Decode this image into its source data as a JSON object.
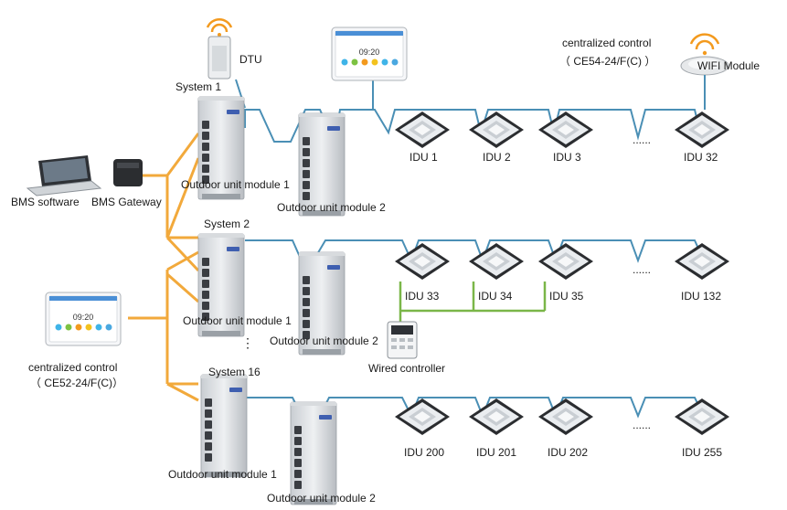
{
  "labels": {
    "dtu": "DTU",
    "wifi_module": "WIFI Module",
    "cc_top_title": "centralized control",
    "cc_top_model": "（ CE54-24/F(C) ）",
    "cc_left_title": "centralized control",
    "cc_left_model": "（ CE52-24/F(C)）",
    "bms_software": "BMS software",
    "bms_gateway": "BMS Gateway",
    "wired_controller": "Wired controller",
    "ellipsis": "......",
    "vdots": "⋮"
  },
  "systems": [
    {
      "name": "System 1",
      "outdoor_1": "Outdoor unit module 1",
      "outdoor_2": "Outdoor unit module 2",
      "idus": [
        "IDU 1",
        "IDU 2",
        "IDU 3",
        "IDU 32"
      ]
    },
    {
      "name": "System 2",
      "outdoor_1": "Outdoor unit module 1",
      "outdoor_2": "Outdoor unit module 2",
      "idus": [
        "IDU 33",
        "IDU 34",
        "IDU 35",
        "IDU 132"
      ]
    },
    {
      "name": "System 16",
      "outdoor_1": "Outdoor unit module 1",
      "outdoor_2": "Outdoor unit module 2",
      "idus": [
        "IDU 200",
        "IDU 201",
        "IDU 202",
        "IDU 255"
      ]
    }
  ],
  "panel_screen": {
    "time": "09:20"
  },
  "colors": {
    "bus": "#f2a93b",
    "refrigerant": "#4a8fb5",
    "wired": "#7ab648"
  }
}
